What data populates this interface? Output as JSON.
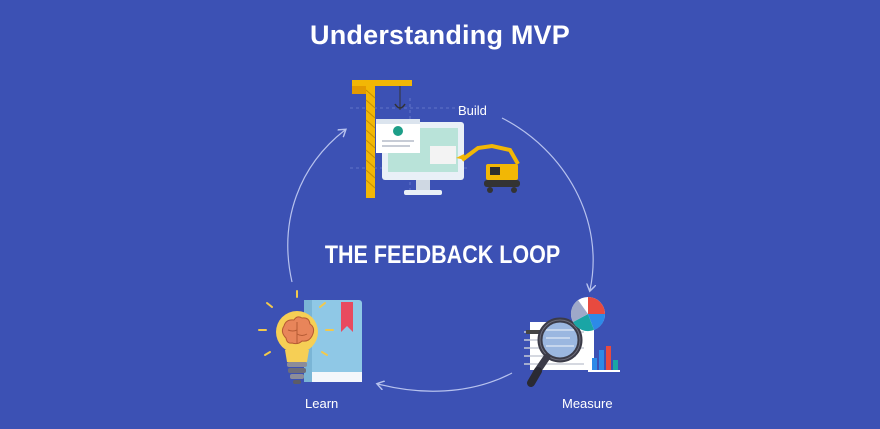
{
  "title": "Understanding MVP",
  "center_label": "THE FEEDBACK LOOP",
  "stages": {
    "build": "Build",
    "measure": "Measure",
    "learn": "Learn"
  },
  "colors": {
    "background": "#3c51b4",
    "crane_yellow": "#f2b705",
    "arrow": "#b7c2ee"
  }
}
